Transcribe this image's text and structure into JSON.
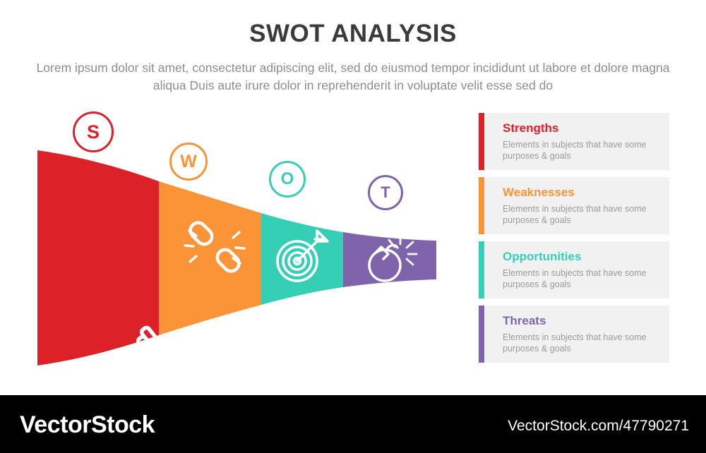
{
  "header": {
    "title": "SWOT ANALYSIS",
    "subtitle": "Lorem ipsum dolor sit amet, consectetur adipiscing elit, sed do eiusmod tempor incididunt ut labore et dolore magna aliqua Duis aute irure dolor in reprehenderit in voluptate velit esse sed do"
  },
  "colors": {
    "strengths": "#DC2128",
    "weaknesses": "#FB9337",
    "opportunities": "#35CFB5",
    "threats": "#7F63AB",
    "card_bg": "#f1f1f1",
    "title_text": "#3b3b3b",
    "body_text": "#9a9a9a",
    "watermark_bg": "#000000"
  },
  "badges": [
    {
      "letter": "S",
      "name": "badge-strengths",
      "color": "#DC2128"
    },
    {
      "letter": "W",
      "name": "badge-weaknesses",
      "color": "#FB9337"
    },
    {
      "letter": "O",
      "name": "badge-opportunities",
      "color": "#35CFB5"
    },
    {
      "letter": "T",
      "name": "badge-threats",
      "color": "#7F63AB"
    }
  ],
  "funnel": {
    "segments": [
      {
        "key": "strengths",
        "icon": "dumbbell-icon",
        "color": "#DC2128"
      },
      {
        "key": "weaknesses",
        "icon": "broken-chain-icon",
        "color": "#FB9337"
      },
      {
        "key": "opportunities",
        "icon": "target-dart-icon",
        "color": "#35CFB5"
      },
      {
        "key": "threats",
        "icon": "bomb-icon",
        "color": "#7F63AB"
      }
    ]
  },
  "legend": {
    "cards": [
      {
        "title": "Strengths",
        "description": "Elements in subjects that have some purposes & goals",
        "color": "#DC2128"
      },
      {
        "title": "Weaknesses",
        "description": "Elements in subjects that have some purposes & goals",
        "color": "#FB9337"
      },
      {
        "title": "Opportunities",
        "description": "Elements in subjects that have some purposes & goals",
        "color": "#35CFB5"
      },
      {
        "title": "Threats",
        "description": "Elements in subjects that have some purposes & goals",
        "color": "#7F63AB"
      }
    ]
  },
  "watermark": {
    "logo": "VectorStock",
    "url": "VectorStock.com/47790271"
  }
}
